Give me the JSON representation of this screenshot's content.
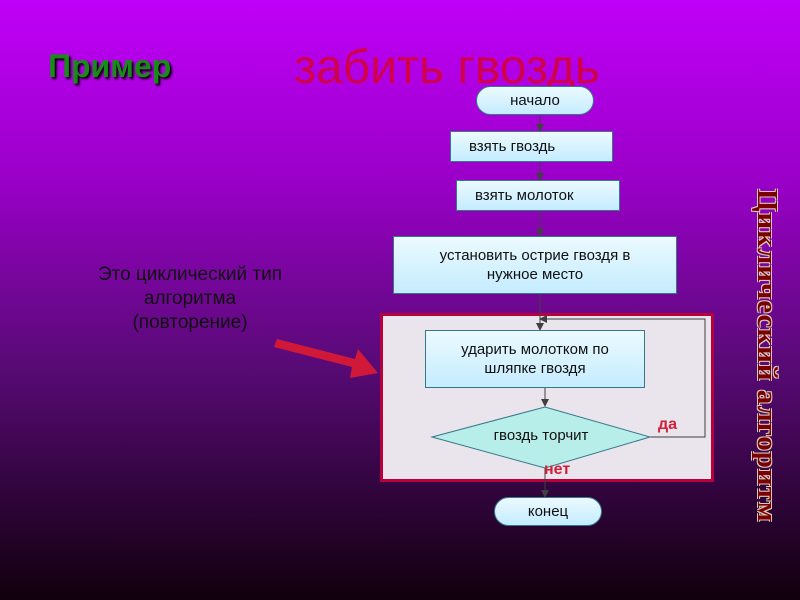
{
  "title": {
    "left": "Пример",
    "right": "забить гвоздь"
  },
  "description": [
    "Это циклический тип",
    "алгоритма",
    "(повторение)"
  ],
  "vertical_label": "Циклический алгоритм",
  "flowchart": {
    "start": "начало",
    "step1": "взять гвоздь",
    "step2": "взять молоток",
    "step3": [
      "установить острие гвоздя в",
      "нужное место"
    ],
    "loop_step": [
      "ударить молотком по",
      "шляпке гвоздя"
    ],
    "decision": "гвоздь торчит",
    "yes": "да",
    "no": "нет",
    "end": "конец"
  },
  "colors": {
    "arrow": "#d01838",
    "loop_border": "#b8003c",
    "title_left": "#1a8a1a",
    "title_right": "#d0004a"
  }
}
